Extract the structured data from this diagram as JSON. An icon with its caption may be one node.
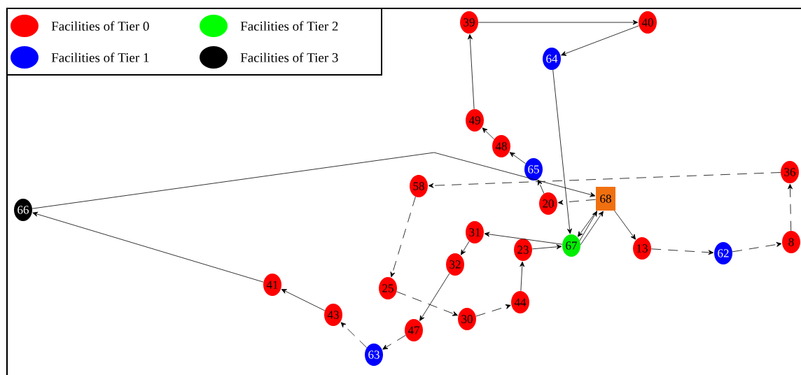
{
  "diagram": {
    "nodes": [
      {
        "text": [
          "39"
        ]
      },
      {
        "text": [
          "40"
        ]
      },
      {
        "text": [
          "64"
        ]
      },
      {
        "text": [
          "49"
        ]
      },
      {
        "text": [
          "48"
        ]
      },
      {
        "text": [
          "65"
        ]
      },
      {
        "text": [
          "36"
        ]
      },
      {
        "text": [
          "58"
        ]
      },
      {
        "text": [
          "68"
        ]
      },
      {
        "text": [
          "20"
        ]
      },
      {
        "text": [
          "66"
        ]
      },
      {
        "text": [
          "31"
        ]
      },
      {
        "text": [
          "67"
        ]
      },
      {
        "text": [
          "8"
        ]
      },
      {
        "text": [
          "13"
        ]
      },
      {
        "text": [
          "23"
        ]
      },
      {
        "text": [
          "32"
        ]
      },
      {
        "text": [
          "62"
        ]
      },
      {
        "text": [
          "41"
        ]
      },
      {
        "text": [
          "25"
        ]
      },
      {
        "text": [
          "44"
        ]
      },
      {
        "text": [
          "43"
        ]
      },
      {
        "text": [
          "30"
        ]
      },
      {
        "text": [
          "47"
        ]
      },
      {
        "text": [
          "63"
        ]
      }
    ],
    "edges": [
      {
        "from": 0,
        "to": 1,
        "arrow": "to"
      },
      {
        "from": 1,
        "to": 2,
        "arrow": "to"
      },
      {
        "from": 2,
        "to": 12,
        "arrow": "to"
      },
      {
        "from": 3,
        "to": 0,
        "arrow": "to"
      },
      {
        "from": 4,
        "to": 3,
        "arrow": "to"
      },
      {
        "from": 5,
        "to": 4,
        "arrow": "to"
      },
      {
        "from": 10,
        "to": 8,
        "arrow": "to"
      },
      {
        "from": 6,
        "to": 7,
        "arrow": "to",
        "style": "dashed"
      },
      {
        "from": 8,
        "to": 9,
        "arrow": "to",
        "style": "dashed"
      },
      {
        "from": 9,
        "to": 5,
        "arrow": "to",
        "style": "dashed"
      },
      {
        "from": 8,
        "to": 12,
        "arrow": "to"
      },
      {
        "from": 12,
        "to": 8,
        "arrow": "to"
      },
      {
        "from": 12,
        "to": 8,
        "arrow": "to"
      },
      {
        "from": 12,
        "to": 11,
        "arrow": "to"
      },
      {
        "from": 8,
        "to": 14,
        "arrow": "to"
      },
      {
        "from": 14,
        "to": 17,
        "arrow": "to",
        "style": "dashed"
      },
      {
        "from": 17,
        "to": 13,
        "arrow": "to",
        "style": "dashed"
      },
      {
        "from": 13,
        "to": 6,
        "arrow": "to",
        "style": "dashed"
      },
      {
        "from": 7,
        "to": 19,
        "arrow": "to",
        "style": "dashed"
      },
      {
        "from": 19,
        "to": 22,
        "arrow": "to",
        "style": "dashed"
      },
      {
        "from": 22,
        "to": 20,
        "arrow": "to",
        "style": "dashed"
      },
      {
        "from": 20,
        "to": 15,
        "arrow": "to"
      },
      {
        "from": 15,
        "to": 12,
        "arrow": "to"
      },
      {
        "from": 11,
        "to": 16,
        "arrow": "to"
      },
      {
        "from": 16,
        "to": 23,
        "arrow": "to"
      },
      {
        "from": 23,
        "to": 24,
        "arrow": "to",
        "style": "dashed"
      },
      {
        "from": 24,
        "to": 21,
        "arrow": "to",
        "style": "dashed"
      },
      {
        "from": 21,
        "to": 18,
        "arrow": "to"
      },
      {
        "from": 18,
        "to": 10,
        "arrow": "to"
      }
    ],
    "legend": [
      {
        "text": "Facilities of Tier 0",
        "color": "#ff0000"
      },
      {
        "text": "Facilities of Tier 2",
        "color": "#00ff00"
      },
      {
        "text": "Facilities of Tier 1",
        "color": "#0000ff"
      },
      {
        "text": "Facilities of Tier 3",
        "color": "#000000"
      }
    ]
  }
}
